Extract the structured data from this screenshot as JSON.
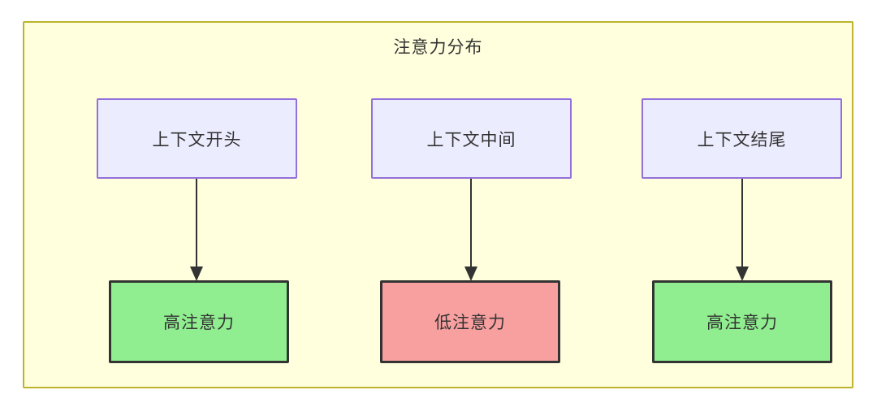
{
  "diagram": {
    "title": "注意力分布",
    "container": {
      "name": "attention-distribution-subgraph",
      "fill": "#ffffdd",
      "stroke": "#bdb32e"
    },
    "context_nodes": [
      {
        "id": "context-start",
        "label": "上下文开头",
        "fill": "#ececff",
        "stroke": "#9370db"
      },
      {
        "id": "context-middle",
        "label": "上下文中间",
        "fill": "#ececff",
        "stroke": "#9370db"
      },
      {
        "id": "context-end",
        "label": "上下文结尾",
        "fill": "#ececff",
        "stroke": "#9370db"
      }
    ],
    "attention_nodes": [
      {
        "id": "attention-high-start",
        "label": "高注意力",
        "fill": "#90ee90",
        "stroke": "#333333",
        "level": "high"
      },
      {
        "id": "attention-low-middle",
        "label": "低注意力",
        "fill": "#f8a0a0",
        "stroke": "#333333",
        "level": "low"
      },
      {
        "id": "attention-high-end",
        "label": "高注意力",
        "fill": "#90ee90",
        "stroke": "#333333",
        "level": "high"
      }
    ],
    "edges": [
      {
        "id": "edge-start-to-high",
        "from": "上下文开头",
        "to": "高注意力",
        "label": ""
      },
      {
        "id": "edge-middle-to-low",
        "from": "上下文中间",
        "to": "低注意力",
        "label": ""
      },
      {
        "id": "edge-end-to-high",
        "from": "上下文结尾",
        "to": "高注意力",
        "label": ""
      }
    ],
    "edge_color": "#333333"
  }
}
